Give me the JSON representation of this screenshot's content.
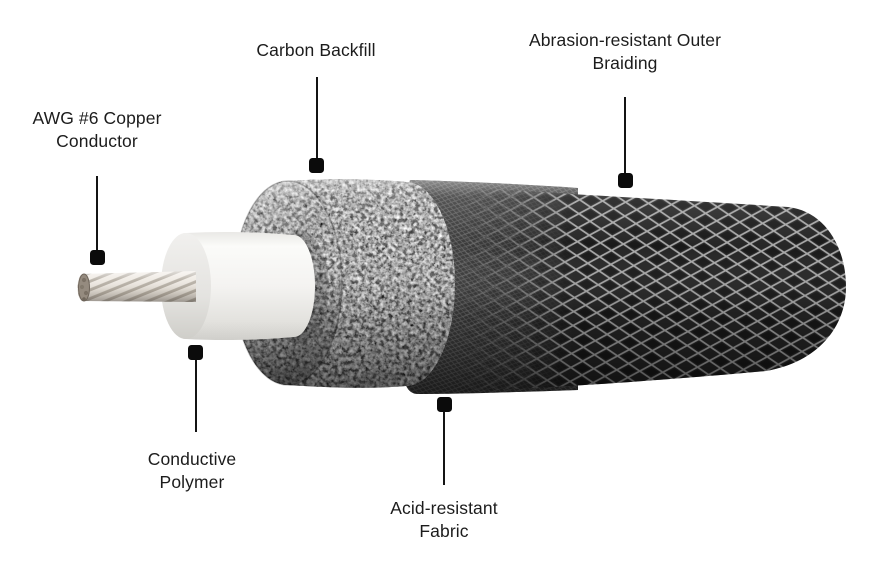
{
  "labels": [
    {
      "id": "awg-copper-conductor",
      "lines": [
        "AWG #6 Copper",
        "Conductor"
      ]
    },
    {
      "id": "carbon-backfill",
      "lines": [
        "Carbon Backfill"
      ]
    },
    {
      "id": "abrasion-resistant-outer-braiding",
      "lines": [
        "Abrasion-resistant Outer",
        "Braiding"
      ]
    },
    {
      "id": "conductive-polymer",
      "lines": [
        "Conductive",
        "Polymer"
      ]
    },
    {
      "id": "acid-resistant-fabric",
      "lines": [
        "Acid-resistant",
        "Fabric"
      ]
    }
  ],
  "colors": {
    "background": "#ffffff",
    "label_text": "#1c1c1c",
    "marker": "#0b0b0b",
    "leader_line": "#141414",
    "conductor_strand": "#eee9e2",
    "conductor_tip": "#958b7f",
    "polymer_white": "#f4f3f1",
    "backfill_gray": "#6f6f6f",
    "fabric_gray": "#3d3d3d",
    "braid_base": "#262626",
    "braid_highlight": "#a8a8a8"
  }
}
